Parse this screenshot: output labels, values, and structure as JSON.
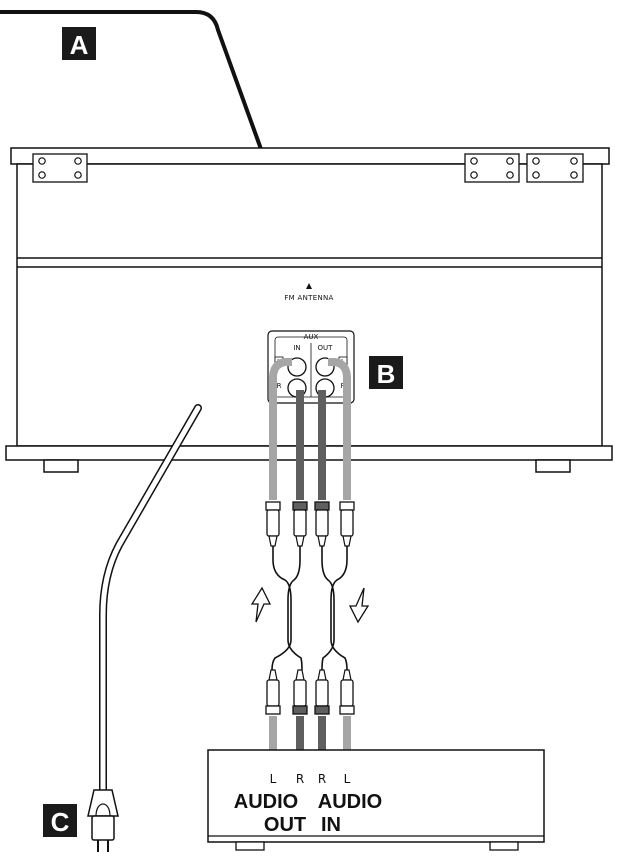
{
  "callouts": {
    "a": "A",
    "b": "B",
    "c": "C"
  },
  "unit": {
    "antenna_label": "FM ANTENNA",
    "aux_label": "AUX",
    "aux_in_label": "IN",
    "aux_out_label": "OUT",
    "channel_left_in": "L",
    "channel_left_out": "L",
    "channel_right_in": "R",
    "channel_right_out": "R"
  },
  "external_device": {
    "port_labels": [
      "L",
      "R",
      "R",
      "L"
    ],
    "audio_out_line1": "AUDIO",
    "audio_out_line2": "OUT",
    "audio_in_line1": "AUDIO",
    "audio_in_line2": "IN"
  },
  "colors": {
    "cable_light": "#a6a6a6",
    "cable_dark": "#5f5f5f",
    "badge": "#1a1a1a",
    "outline": "#111111"
  }
}
